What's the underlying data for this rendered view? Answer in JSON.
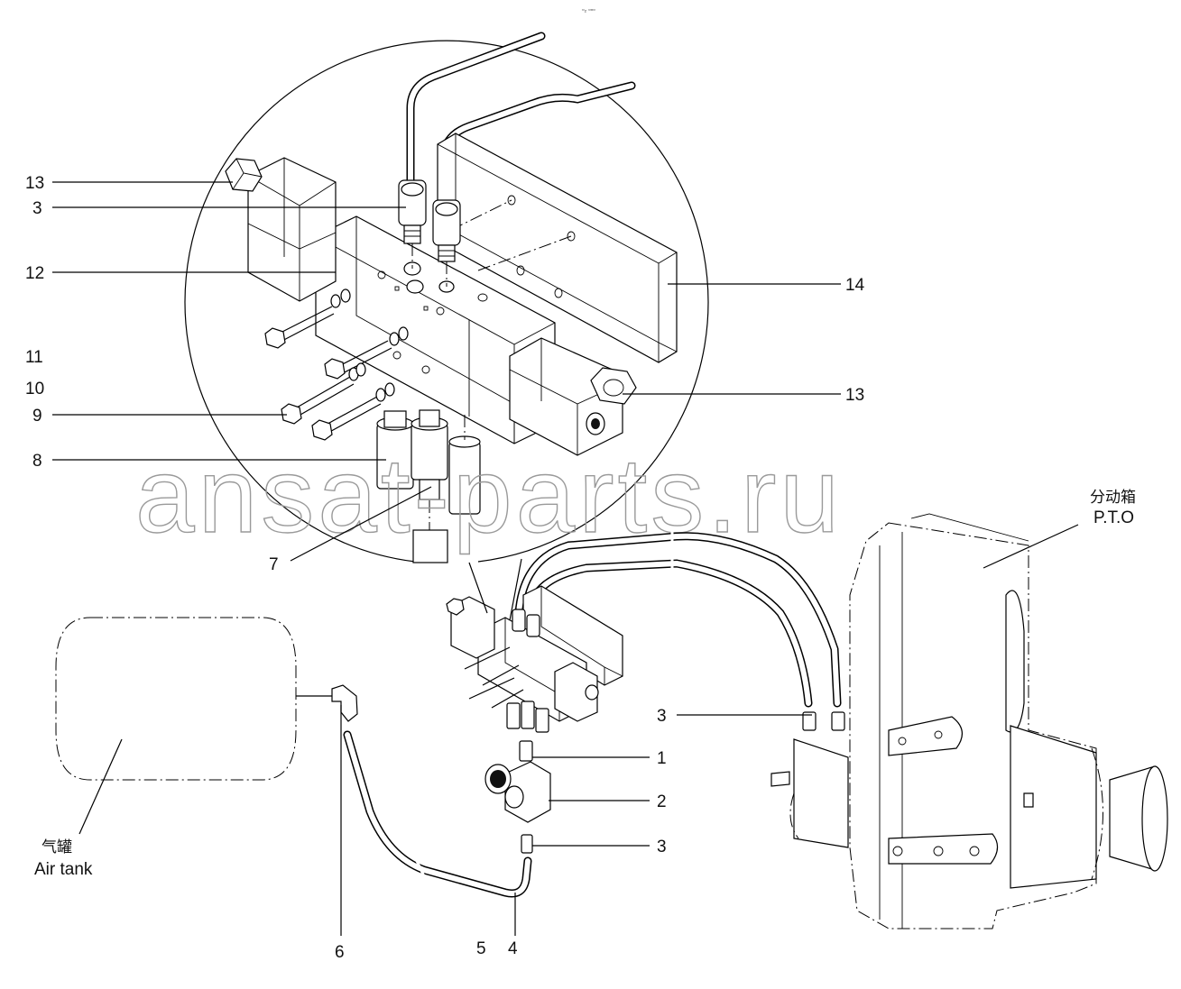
{
  "header_mark": "▫₂ ▫▫▫",
  "watermark": "ansat-parts.ru",
  "callouts": {
    "c13_top": "13",
    "c3_top": "3",
    "c12": "12",
    "c11": "11",
    "c10": "10",
    "c9": "9",
    "c8": "8",
    "c7": "7",
    "c14": "14",
    "c13_right": "13",
    "c3_right": "3",
    "c1": "1",
    "c2": "2",
    "c3_low": "3",
    "c6": "6",
    "c5": "5",
    "c4": "4"
  },
  "components": {
    "pto_cn": "分动箱",
    "pto_en": "P.T.O",
    "tank_cn": "气罐",
    "tank_en": "Air tank"
  }
}
